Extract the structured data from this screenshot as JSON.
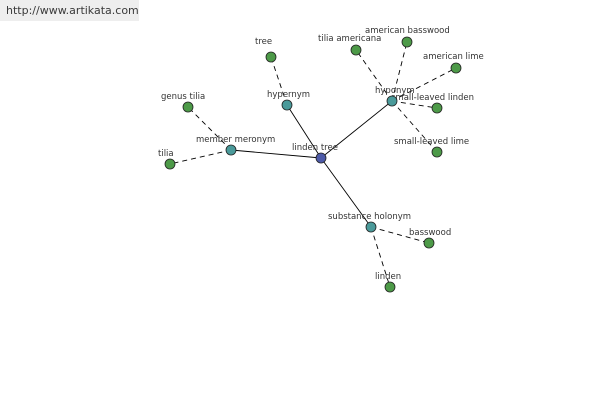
{
  "site_url": "http://www.artikata.com",
  "colors": {
    "center": "#4d5aa8",
    "relation": "#4a9a9a",
    "leaf": "#4d9a48",
    "line": "#000000",
    "url_bar": "#eeeeee"
  },
  "center": {
    "label": "linden tree"
  },
  "relations": [
    {
      "key": "hypernym",
      "label": "hypernym"
    },
    {
      "key": "hyponym",
      "label": "hyponym"
    },
    {
      "key": "member-meronym",
      "label": "member meronym"
    },
    {
      "key": "substance-holonym",
      "label": "substance holonym"
    }
  ],
  "leaves": [
    {
      "key": "tree",
      "label": "tree",
      "relation": "hypernym"
    },
    {
      "key": "tilia-americana",
      "label": "tilia americana",
      "relation": "hyponym"
    },
    {
      "key": "american-basswood",
      "label": "american basswood",
      "relation": "hyponym"
    },
    {
      "key": "american-lime",
      "label": "american lime",
      "relation": "hyponym"
    },
    {
      "key": "small-leaved-linden",
      "label": "small-leaved linden",
      "relation": "hyponym"
    },
    {
      "key": "small-leaved-lime",
      "label": "small-leaved lime",
      "relation": "hyponym"
    },
    {
      "key": "genus-tilia",
      "label": "genus tilia",
      "relation": "member-meronym"
    },
    {
      "key": "tilia",
      "label": "tilia",
      "relation": "member-meronym"
    },
    {
      "key": "basswood",
      "label": "basswood",
      "relation": "substance-holonym"
    },
    {
      "key": "linden",
      "label": "linden",
      "relation": "substance-holonym"
    }
  ]
}
